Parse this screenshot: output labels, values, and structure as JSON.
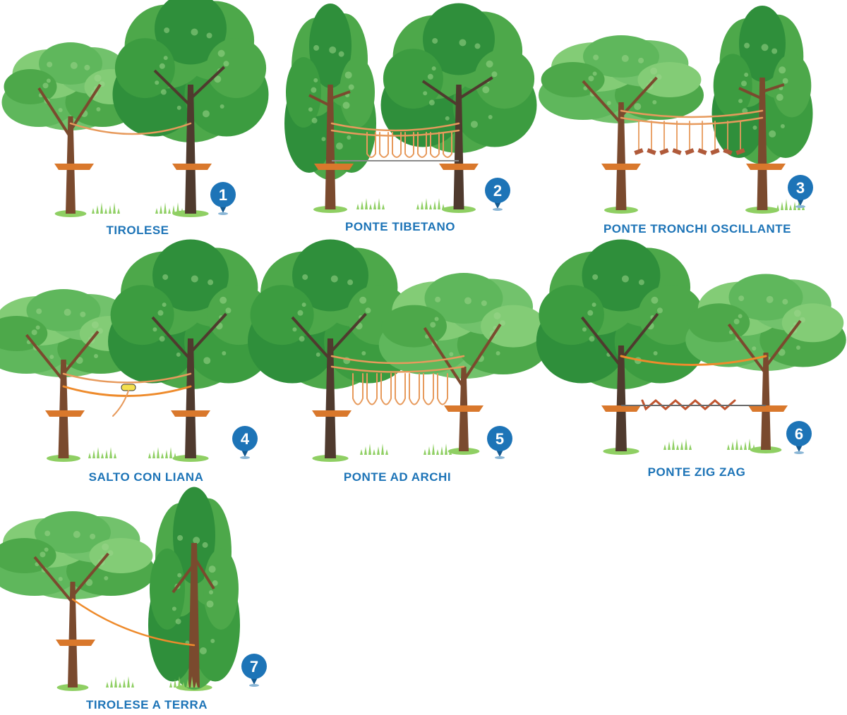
{
  "colors": {
    "trunk": "#7a4a2e",
    "trunk_dark": "#4f3a2e",
    "platform": "#d9782c",
    "rope": "#e79a5c",
    "rope_orange": "#ee8b2c",
    "grass": "#8fcf63",
    "leaf_light": "#72c26c",
    "leaf_mid": "#4da84a",
    "leaf_dark": "#2f8f3b",
    "badge": "#1d74b7",
    "caption": "#1d74b7",
    "carabiner": "#f4e04d"
  },
  "items": [
    {
      "number": "1",
      "label": "TIROLESE",
      "type": "zipline"
    },
    {
      "number": "2",
      "label": "PONTE TIBETANO",
      "type": "tibetan-bridge"
    },
    {
      "number": "3",
      "label": "PONTE TRONCHI OSCILLANTE",
      "type": "swinging-logs-bridge"
    },
    {
      "number": "4",
      "label": "SALTO CON LIANA",
      "type": "liana-jump"
    },
    {
      "number": "5",
      "label": "PONTE AD ARCHI",
      "type": "arch-bridge"
    },
    {
      "number": "6",
      "label": "PONTE ZIG ZAG",
      "type": "zigzag-bridge"
    },
    {
      "number": "7",
      "label": "TIROLESE A TERRA",
      "type": "ground-zipline"
    }
  ]
}
